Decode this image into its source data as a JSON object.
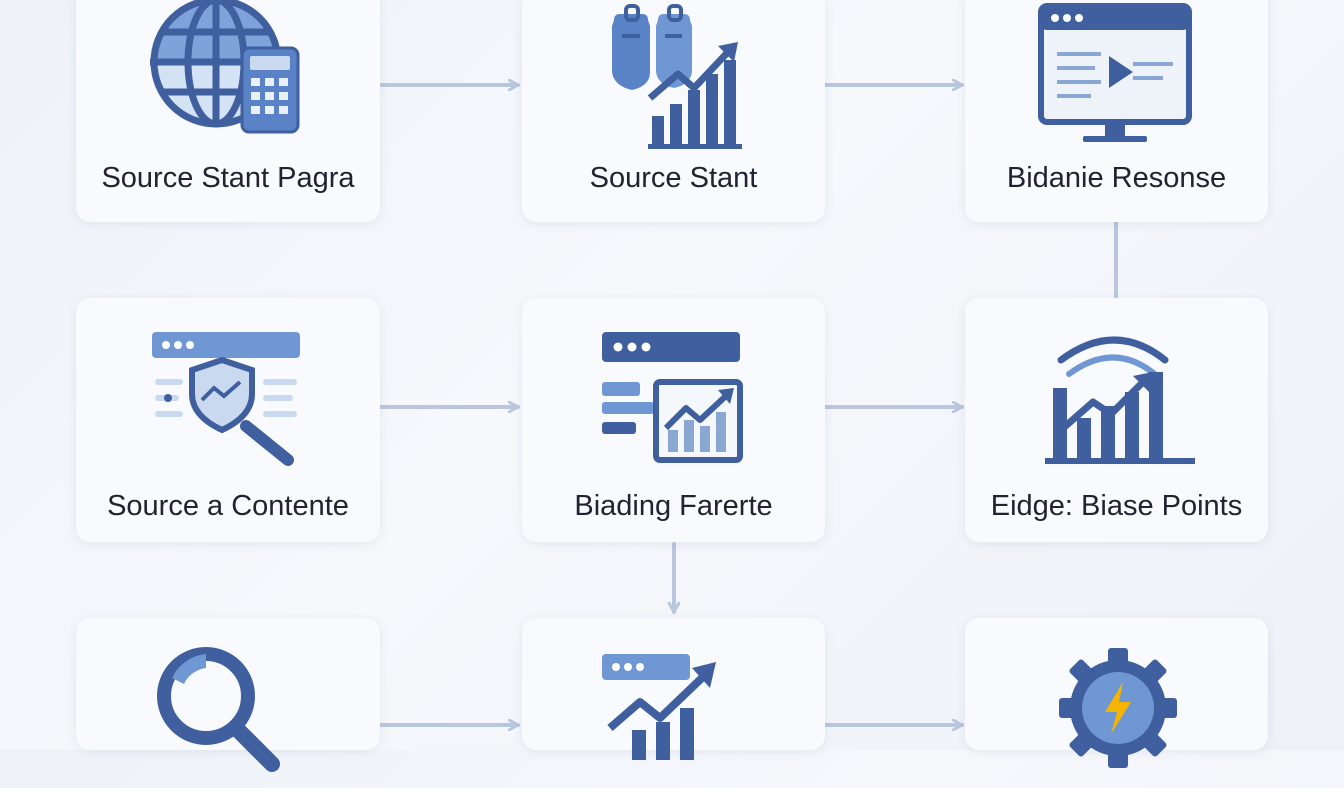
{
  "colors": {
    "primary": "#3f5f9e",
    "light": "#6f97d4",
    "pale": "#c9d9f0",
    "arrow": "#b9c7de",
    "accent": "#f5b400"
  },
  "nodes": [
    {
      "id": "n1",
      "label": "Source Stant Pagra",
      "icon": "globe-calculator-icon"
    },
    {
      "id": "n2",
      "label": "Source Stant",
      "icon": "tags-growth-chart-icon"
    },
    {
      "id": "n3",
      "label": "Bidanie Resonse",
      "icon": "monitor-play-icon"
    },
    {
      "id": "n4",
      "label": "Source a Contente",
      "icon": "shield-magnifier-icon"
    },
    {
      "id": "n5",
      "label": "Biading Farerte",
      "icon": "dashboard-chart-icon"
    },
    {
      "id": "n6",
      "label": "Eidge: Biase Points",
      "icon": "bar-chart-trend-icon"
    },
    {
      "id": "n7",
      "label": "",
      "icon": "magnifier-icon"
    },
    {
      "id": "n8",
      "label": "",
      "icon": "window-growth-chart-icon"
    },
    {
      "id": "n9",
      "label": "",
      "icon": "gear-lightning-icon"
    }
  ]
}
